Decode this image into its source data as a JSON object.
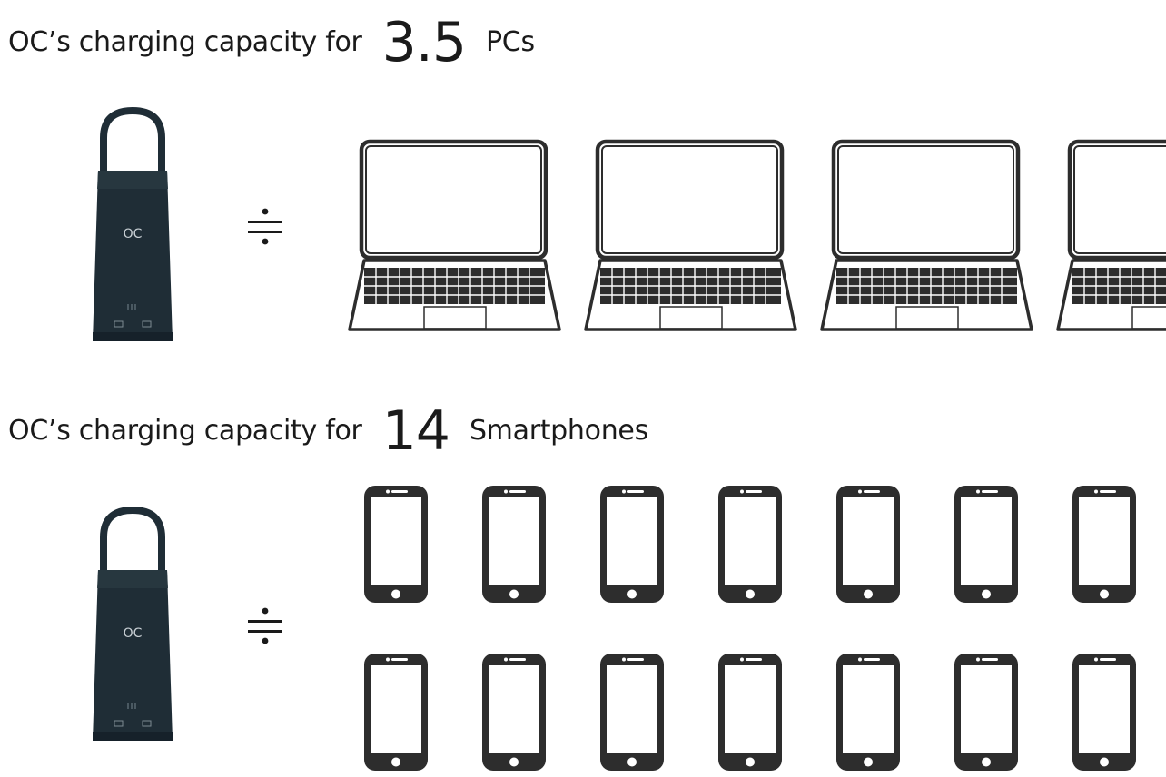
{
  "sections": [
    {
      "prefix": "OC’s charging capacity for",
      "number": "3.5",
      "suffix": "PCs",
      "device_icon": "laptop-icon"
    },
    {
      "prefix": "OC’s charging capacity for",
      "number": "14",
      "suffix": "Smartphones",
      "device_icon": "smartphone-icon"
    }
  ],
  "product": {
    "logo_text": "OC",
    "color": "#1f2d36"
  },
  "approx_symbol": "≒",
  "icon_color": "#2d2d2d"
}
